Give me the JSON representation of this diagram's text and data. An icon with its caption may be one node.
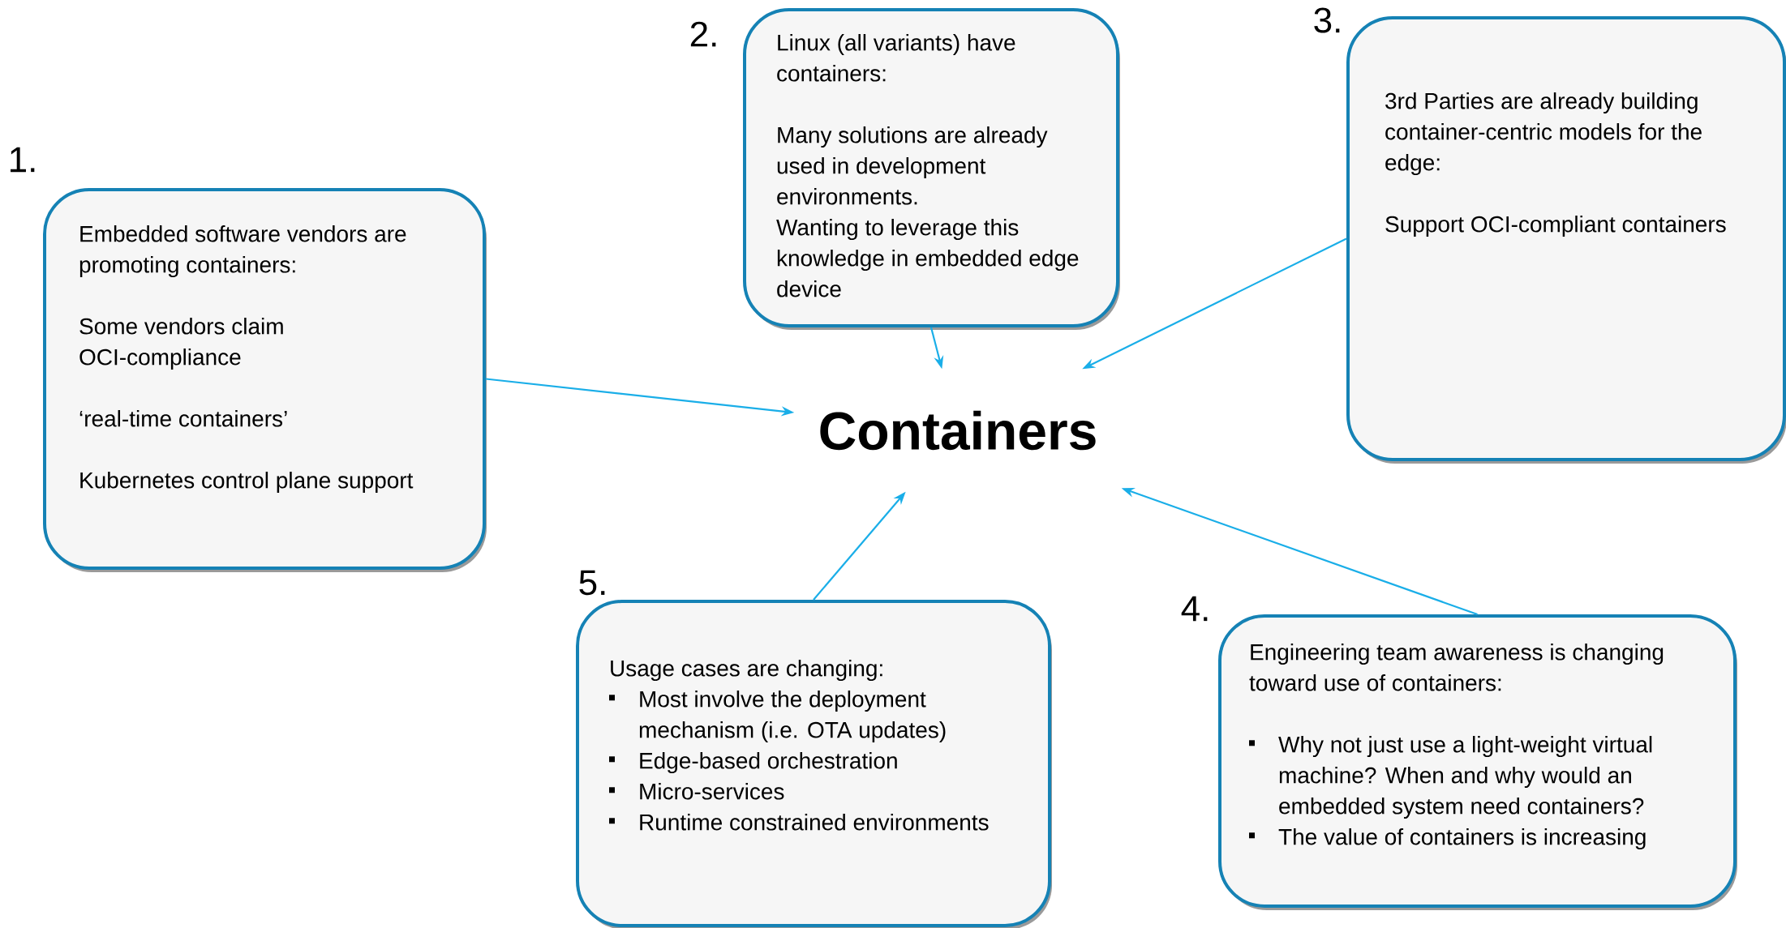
{
  "diagram": {
    "nodes": [
      {
        "text": [
          "Embedded software vendors are promoting containers:",
          "Some vendors claim OCI-compliance",
          "‘real-time containers’",
          "Kubernetes control plane support"
        ],
        "beside": [
          "1."
        ]
      },
      {
        "text": [
          "Linux (all variants) have containers:",
          "Many solutions are already used in development environments.",
          "Wanting to leverage this knowledge in embedded edge device"
        ],
        "beside": [
          "2."
        ]
      },
      {
        "text": [
          "3rd Parties are already building container-centric models for the edge:",
          "Support OCI-compliant containers"
        ],
        "beside": [
          "3."
        ]
      },
      {
        "text": [
          "Engineering team awareness is changing toward use of containers:",
          "Why not just use a light-weight virtual machine? When and why would an embedded system need containers?",
          "The value of containers is increasing"
        ],
        "beside": [
          "4."
        ]
      },
      {
        "text": [
          "Usage cases are changing:",
          "Most involve the deployment mechanism (i.e. OTA updates)",
          "Edge-based orchestration",
          "Micro-services",
          "Runtime constrained environments"
        ],
        "beside": [
          "5."
        ]
      },
      {
        "text": [
          "Containers"
        ]
      }
    ],
    "edges": [
      {
        "from": 0,
        "to": 5,
        "arrow": "to"
      },
      {
        "from": 1,
        "to": 5,
        "arrow": "to"
      },
      {
        "from": 2,
        "to": 5,
        "arrow": "to"
      },
      {
        "from": 3,
        "to": 5,
        "arrow": "to"
      },
      {
        "from": 4,
        "to": 5,
        "arrow": "to"
      }
    ]
  }
}
